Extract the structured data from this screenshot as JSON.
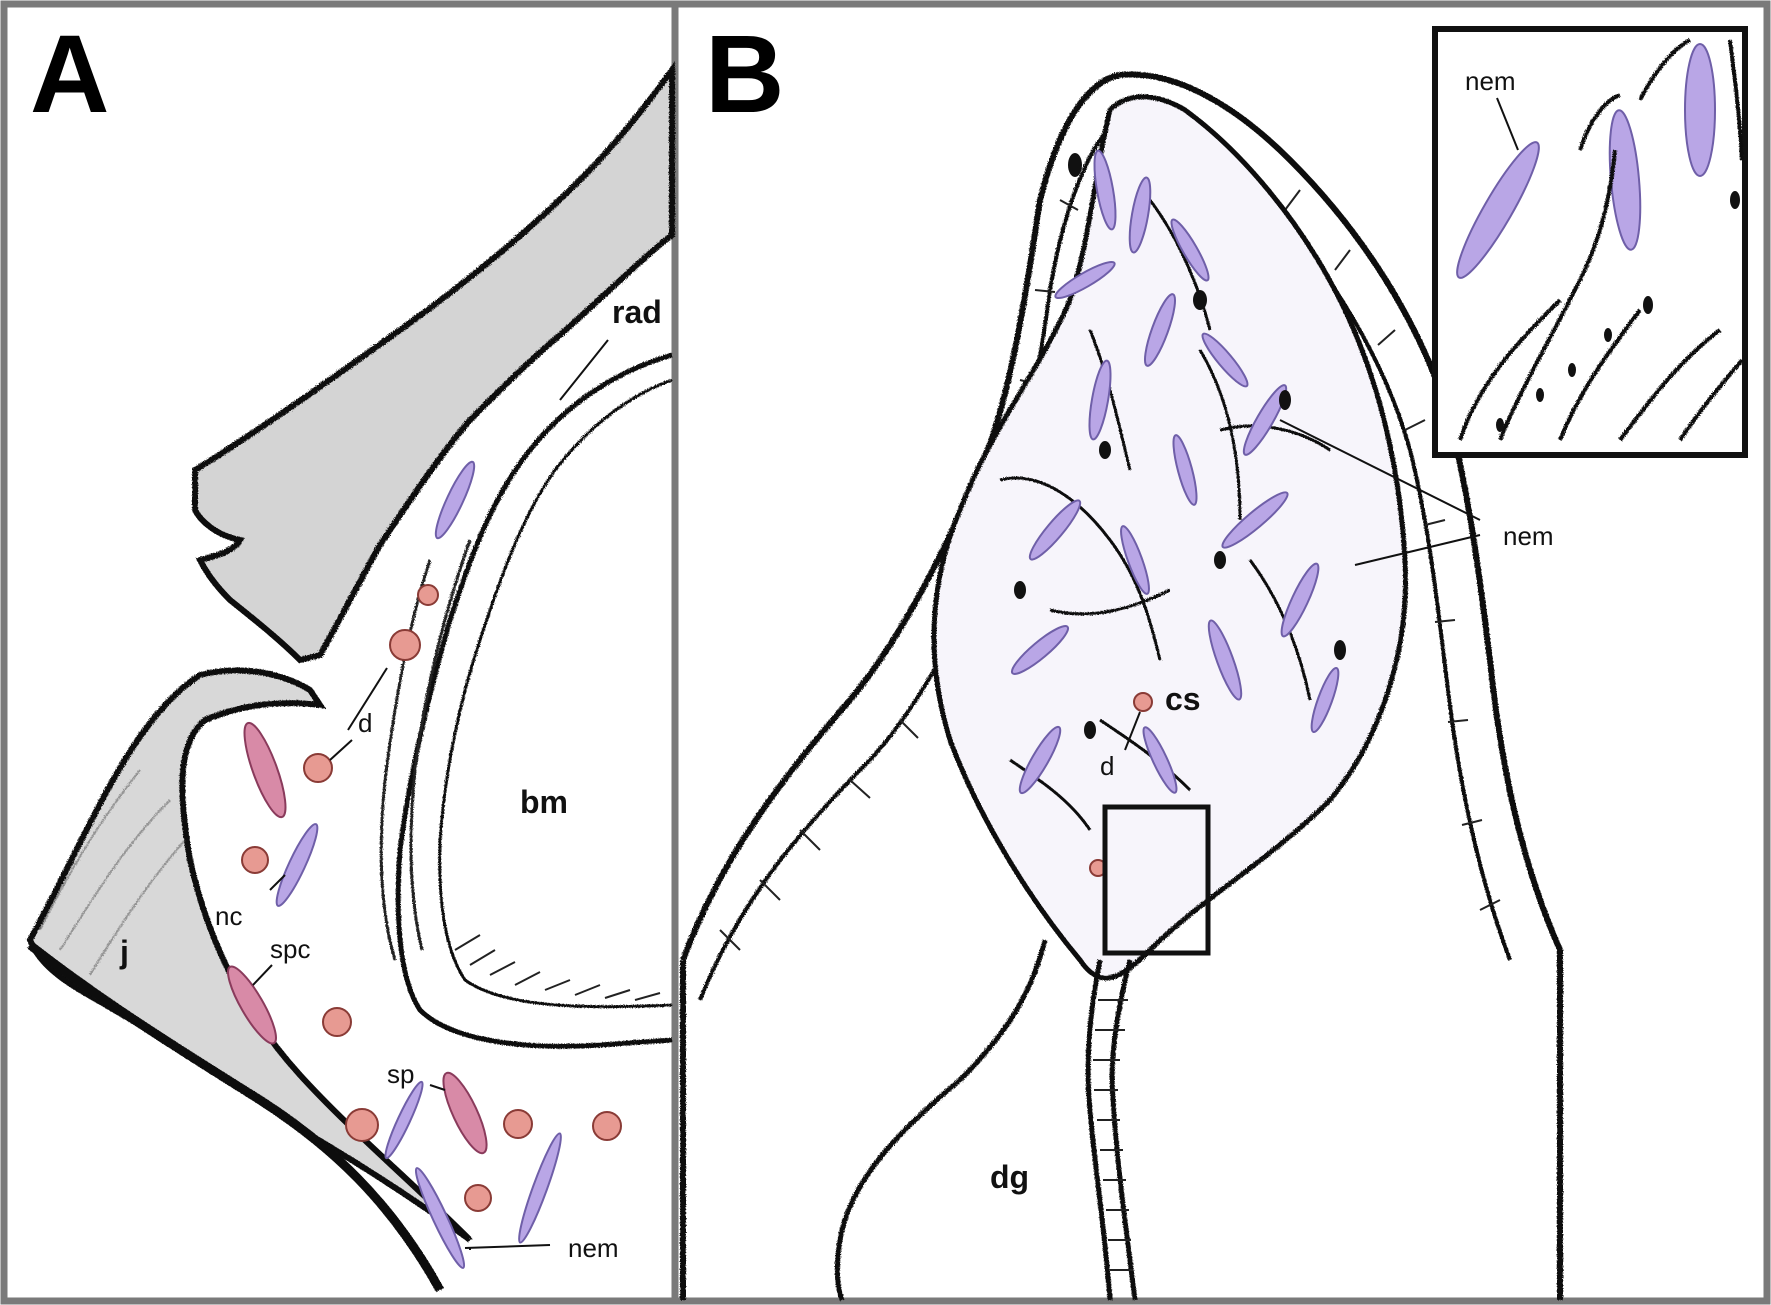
{
  "panels": {
    "a": {
      "letter": "A"
    },
    "b": {
      "letter": "B"
    }
  },
  "labels_a": {
    "rad": "rad",
    "bm": "bm",
    "j": "j",
    "d": "d",
    "nc": "nc",
    "spc": "spc",
    "sp": "sp",
    "nem": "nem"
  },
  "labels_b": {
    "cs": "cs",
    "d": "d",
    "dg": "dg",
    "nem": "nem",
    "inset_nem": "nem"
  },
  "colors": {
    "frame": "#7a7a7a",
    "ink": "#1a1a1a",
    "nematocyst_fill": "#b9a6e6",
    "nematocyst_stroke": "#6f5fa8",
    "droplet_fill": "#e79a92",
    "droplet_stroke": "#8a3b36",
    "spermatophore_fill": "#d88aa7"
  }
}
